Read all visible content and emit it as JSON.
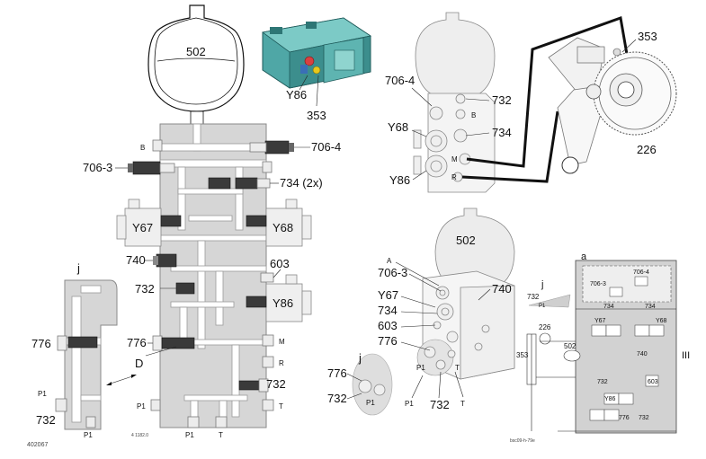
{
  "section_view": {
    "accumulator": "502",
    "labels": {
      "b": "B",
      "v706_4": "706-4",
      "v706_3": "706-3",
      "v734": "734 (2x)",
      "y67": "Y67",
      "y68": "Y68",
      "v740": "740",
      "v603": "603",
      "v732a": "732",
      "y86": "Y86",
      "v776": "776",
      "m": "M",
      "d": "D",
      "r": "R",
      "v732b": "732",
      "p1": "P1",
      "t_side": "T",
      "p1_bottom": "P1",
      "t_bottom": "T",
      "drawing_ref": "4 1182.0"
    }
  },
  "detail_j": {
    "j": "j",
    "v776": "776",
    "p1_side": "P1",
    "v732": "732",
    "p1_bottom": "P1",
    "figure_no": "402067"
  },
  "module_3d": {
    "y86": "Y86",
    "v353": "353"
  },
  "assembly_view": {
    "v353": "353",
    "v706_4": "706-4",
    "v732": "732",
    "b": "B",
    "y68": "Y68",
    "v734": "734",
    "m": "M",
    "y86": "Y86",
    "r": "R",
    "v226": "226"
  },
  "block_view": {
    "v502": "502",
    "a": "A",
    "v706_3": "706-3",
    "v740": "740",
    "y67": "Y67",
    "v734": "734",
    "v603": "603",
    "v776": "776",
    "p1": "P1",
    "t": "T",
    "j": "j",
    "v776_j": "776",
    "v732_j": "732",
    "p1_j": "P1",
    "p1_low": "P1",
    "v732": "732",
    "t_low": "T"
  },
  "schematic": {
    "a": "a",
    "j": "j",
    "v732": "732",
    "p1": "P1",
    "v706_4": "706-4",
    "v706_3": "706-3",
    "v734a": "734",
    "v734b": "734",
    "y67": "Y67",
    "y68": "Y68",
    "v226": "226",
    "v353": "353",
    "v502": "502",
    "v740": "740",
    "iii": "III",
    "v732_mid": "732",
    "v603": "603",
    "y86": "Y86",
    "v732_low": "732",
    "v776": "776",
    "footer": "bsc09-h-79e"
  }
}
